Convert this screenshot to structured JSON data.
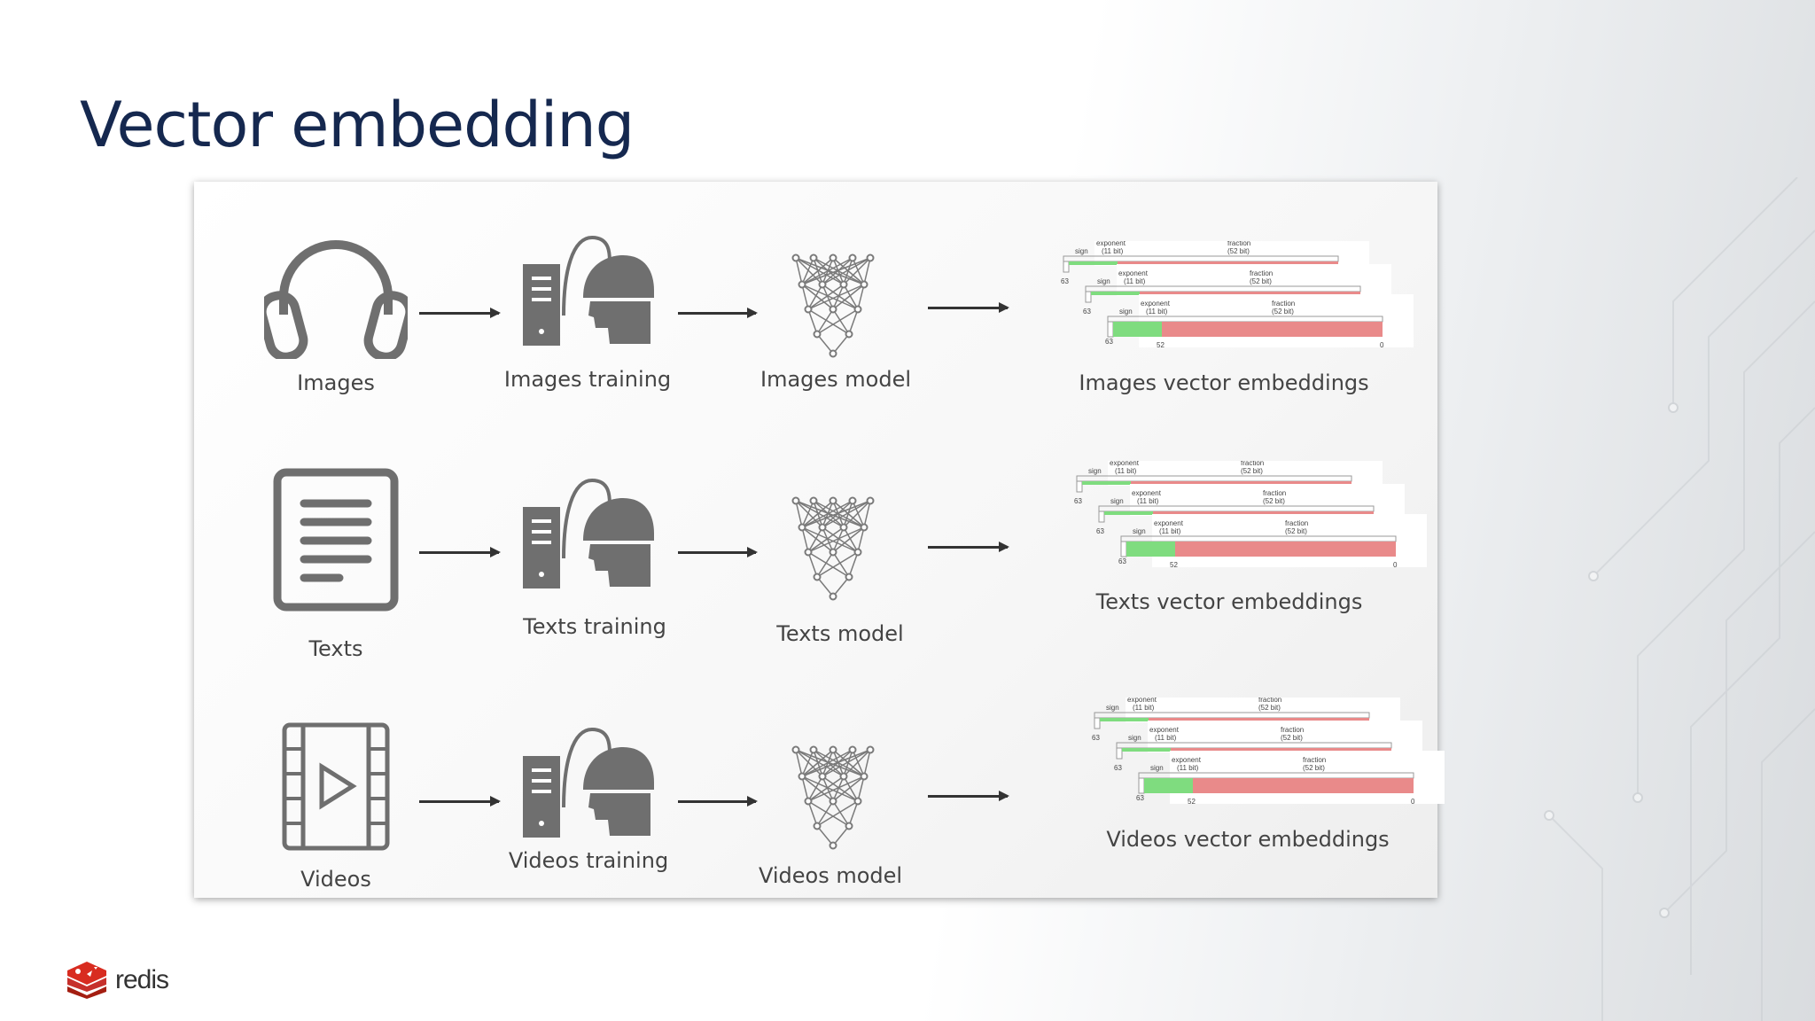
{
  "slide": {
    "title": "Vector embedding"
  },
  "rows": [
    {
      "source": "Images",
      "source_icon": "headphones-icon",
      "training": "Images training",
      "model": "Images model",
      "embeddings": "Images vector embeddings"
    },
    {
      "source": "Texts",
      "source_icon": "document-icon",
      "training": "Texts training",
      "model": "Texts model",
      "embeddings": "Texts vector embeddings"
    },
    {
      "source": "Videos",
      "source_icon": "film-icon",
      "training": "Videos training",
      "model": "Videos model",
      "embeddings": "Videos vector embeddings"
    }
  ],
  "bit_layout": {
    "sign": "sign",
    "exponent": "exponent",
    "exponent_bits": "(11 bit)",
    "fraction": "fraction",
    "fraction_bits": "(52 bit)",
    "ticks": [
      "63",
      "52",
      "0"
    ],
    "colors": {
      "exponent": "#7fdc7f",
      "fraction": "#e98a8a"
    }
  },
  "brand": {
    "name": "redis",
    "color": "#d82c20"
  },
  "colors": {
    "title": "#15284f",
    "icon": "#6f6f6f"
  }
}
